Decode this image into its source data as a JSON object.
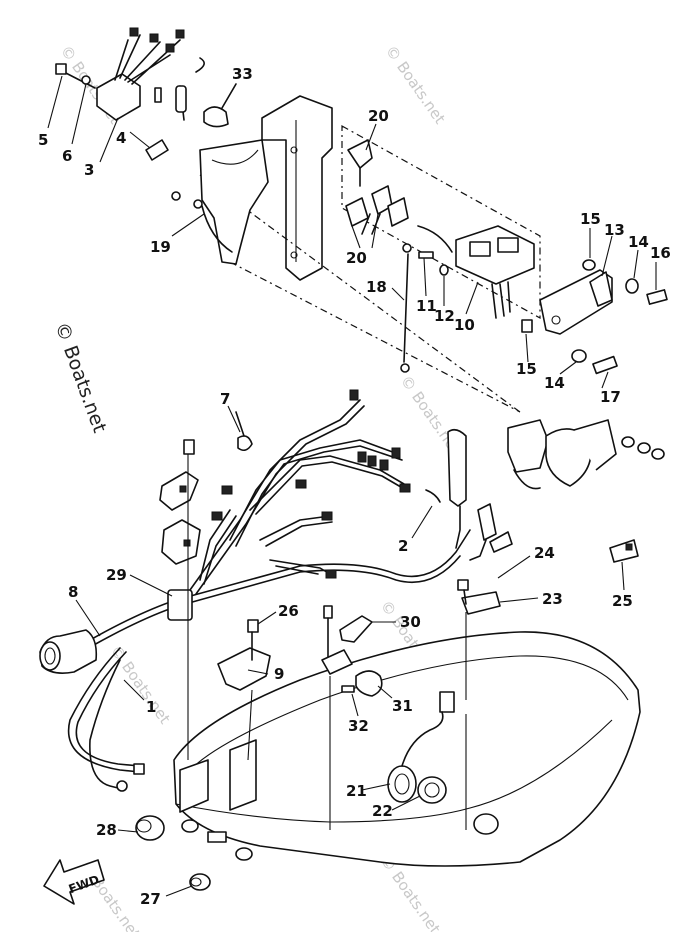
{
  "watermark": {
    "text": "© Boats.net"
  },
  "fwd_arrow": {
    "label": "FWD"
  },
  "callouts": [
    {
      "id": "1",
      "label": "1"
    },
    {
      "id": "2",
      "label": "2"
    },
    {
      "id": "3",
      "label": "3"
    },
    {
      "id": "4",
      "label": "4"
    },
    {
      "id": "5",
      "label": "5"
    },
    {
      "id": "6",
      "label": "6"
    },
    {
      "id": "7",
      "label": "7"
    },
    {
      "id": "8",
      "label": "8"
    },
    {
      "id": "9",
      "label": "9"
    },
    {
      "id": "10",
      "label": "10"
    },
    {
      "id": "11",
      "label": "11"
    },
    {
      "id": "12",
      "label": "12"
    },
    {
      "id": "13",
      "label": "13"
    },
    {
      "id": "14a",
      "label": "14"
    },
    {
      "id": "14b",
      "label": "14"
    },
    {
      "id": "15a",
      "label": "15"
    },
    {
      "id": "15b",
      "label": "15"
    },
    {
      "id": "16",
      "label": "16"
    },
    {
      "id": "17",
      "label": "17"
    },
    {
      "id": "18",
      "label": "18"
    },
    {
      "id": "19",
      "label": "19"
    },
    {
      "id": "20a",
      "label": "20"
    },
    {
      "id": "20b",
      "label": "20"
    },
    {
      "id": "21",
      "label": "21"
    },
    {
      "id": "22",
      "label": "22"
    },
    {
      "id": "23",
      "label": "23"
    },
    {
      "id": "24",
      "label": "24"
    },
    {
      "id": "25",
      "label": "25"
    },
    {
      "id": "26",
      "label": "26"
    },
    {
      "id": "27",
      "label": "27"
    },
    {
      "id": "28",
      "label": "28"
    },
    {
      "id": "29",
      "label": "29"
    },
    {
      "id": "30",
      "label": "30"
    },
    {
      "id": "31",
      "label": "31"
    },
    {
      "id": "32",
      "label": "32"
    },
    {
      "id": "33",
      "label": "33"
    }
  ]
}
